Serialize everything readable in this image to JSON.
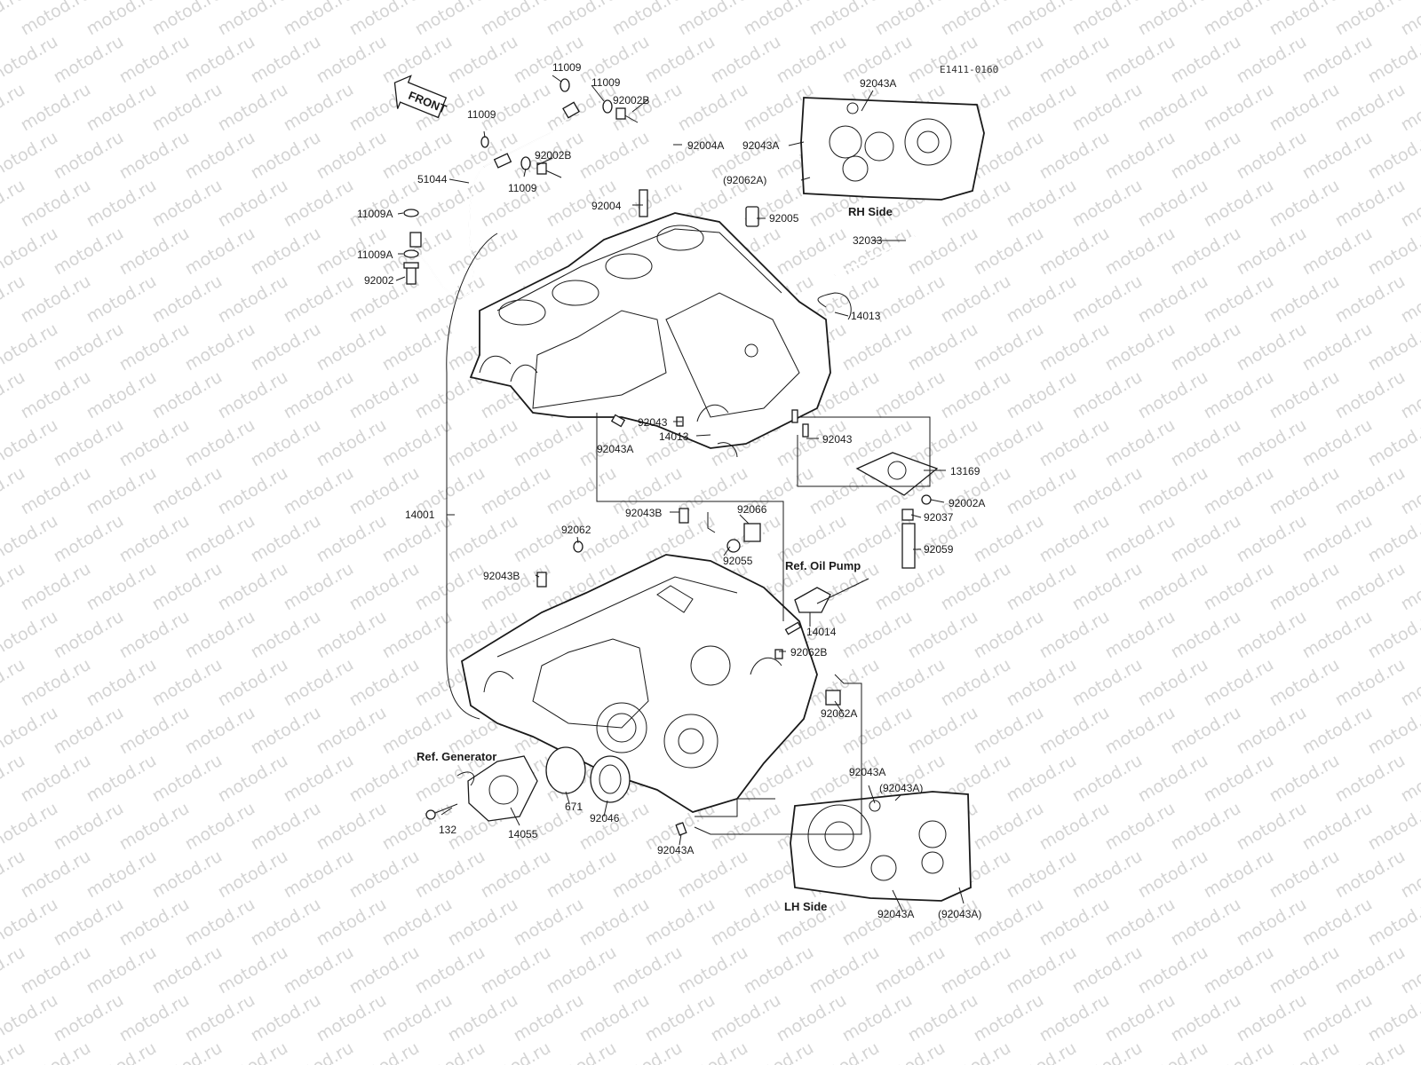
{
  "diagram_code": "E1411-0160",
  "front_label": "FRONT",
  "watermark_text": "motod.ru",
  "views": {
    "rh_side": "RH Side",
    "lh_side": "LH Side"
  },
  "refs": {
    "oil_pump": "Ref. Oil Pump",
    "generator": "Ref. Generator"
  },
  "callouts": [
    {
      "id": "c-11009-top",
      "label": "11009"
    },
    {
      "id": "c-11009-b",
      "label": "11009"
    },
    {
      "id": "c-11009-c",
      "label": "11009"
    },
    {
      "id": "c-11009-d",
      "label": "11009"
    },
    {
      "id": "c-92002B-a",
      "label": "92002B"
    },
    {
      "id": "c-92002B-b",
      "label": "92002B"
    },
    {
      "id": "c-51044",
      "label": "51044"
    },
    {
      "id": "c-11009A-a",
      "label": "11009A"
    },
    {
      "id": "c-11009A-b",
      "label": "11009A"
    },
    {
      "id": "c-92002",
      "label": "92002"
    },
    {
      "id": "c-92004A",
      "label": "92004A"
    },
    {
      "id": "c-92004",
      "label": "92004"
    },
    {
      "id": "c-92005",
      "label": "92005"
    },
    {
      "id": "c-32033",
      "label": "32033"
    },
    {
      "id": "c-14013-a",
      "label": "14013"
    },
    {
      "id": "c-92043-a",
      "label": "92043"
    },
    {
      "id": "c-92043A-a",
      "label": "92043A"
    },
    {
      "id": "c-14013-b",
      "label": "14013"
    },
    {
      "id": "c-92043-b",
      "label": "92043"
    },
    {
      "id": "c-13169",
      "label": "13169"
    },
    {
      "id": "c-92002A",
      "label": "92002A"
    },
    {
      "id": "c-92037",
      "label": "92037"
    },
    {
      "id": "c-92059",
      "label": "92059"
    },
    {
      "id": "c-14001",
      "label": "14001"
    },
    {
      "id": "c-92043B-a",
      "label": "92043B"
    },
    {
      "id": "c-92066",
      "label": "92066"
    },
    {
      "id": "c-92062",
      "label": "92062"
    },
    {
      "id": "c-92055",
      "label": "92055"
    },
    {
      "id": "c-92043B-b",
      "label": "92043B"
    },
    {
      "id": "c-14014",
      "label": "14014"
    },
    {
      "id": "c-92062B",
      "label": "92062B"
    },
    {
      "id": "c-92062A",
      "label": "92062A"
    },
    {
      "id": "c-132",
      "label": "132"
    },
    {
      "id": "c-14055",
      "label": "14055"
    },
    {
      "id": "c-671",
      "label": "671"
    },
    {
      "id": "c-92046",
      "label": "92046"
    },
    {
      "id": "c-92043A-b",
      "label": "92043A"
    },
    {
      "id": "c-rh-92043A-a",
      "label": "92043A"
    },
    {
      "id": "c-rh-92043A-b",
      "label": "92043A"
    },
    {
      "id": "c-rh-92062A",
      "label": "(92062A)"
    },
    {
      "id": "c-lh-92043A-a",
      "label": "92043A"
    },
    {
      "id": "c-lh-92043A-b",
      "label": "(92043A)"
    },
    {
      "id": "c-lh-92043A-c",
      "label": "92043A"
    },
    {
      "id": "c-lh-92043A-d",
      "label": "(92043A)"
    }
  ]
}
